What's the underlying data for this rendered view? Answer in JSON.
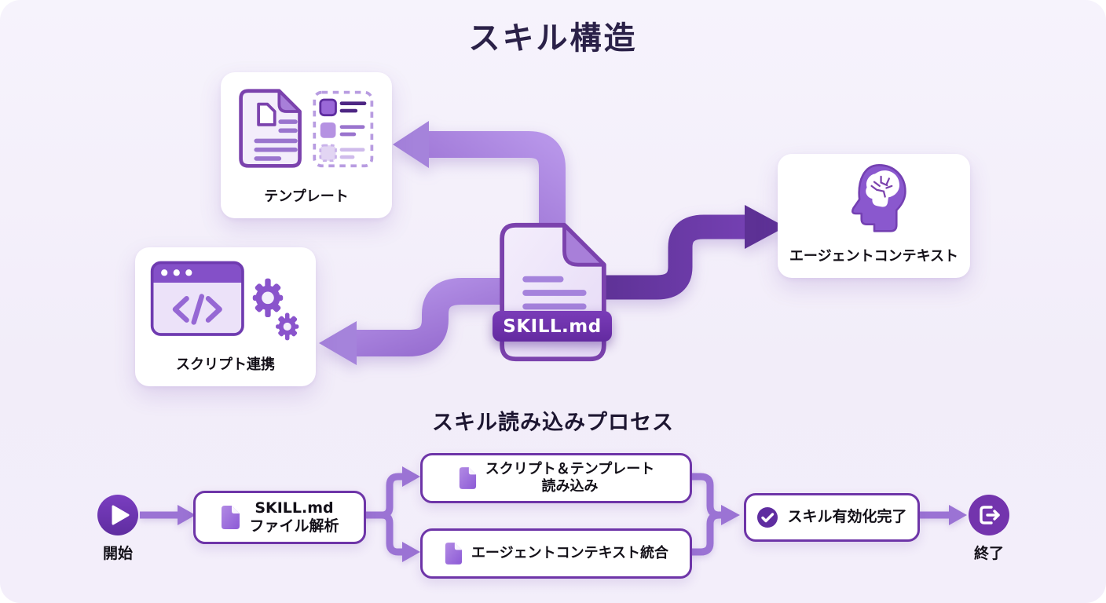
{
  "page": {
    "title": "スキル構造"
  },
  "structure": {
    "template_card": {
      "label": "テンプレート",
      "icon": "document-template-icon"
    },
    "script_card": {
      "label": "スクリプト連携",
      "icon": "code-window-gears-icon"
    },
    "agent_card": {
      "label": "エージェントコンテキスト",
      "icon": "brain-head-icon"
    },
    "skill_file": {
      "label": "SKILL.md",
      "icon": "file-document-icon"
    }
  },
  "process": {
    "heading": "スキル読み込みプロセス",
    "start": {
      "label": "開始",
      "icon": "play-icon"
    },
    "end": {
      "label": "終了",
      "icon": "exit-icon"
    },
    "parse_step": {
      "line1": "SKILL.md",
      "line2": "ファイル解析",
      "icon": "file-icon"
    },
    "load_step": {
      "line1": "スクリプト＆テンプレート",
      "line2": "読み込み",
      "icon": "file-icon"
    },
    "integrate_step": {
      "label": "エージェントコンテキスト統合",
      "icon": "file-icon"
    },
    "complete_step": {
      "label": "スキル有効化完了",
      "icon": "check-circle-icon"
    }
  },
  "colors": {
    "background": "#f3eefa",
    "card_background": "#ffffff",
    "accent_border": "#6e35a8",
    "accent_dark": "#5d3195",
    "accent_mid": "#8a58ce",
    "arrow_light": "#a381da",
    "flow_arrow": "#9b73d4",
    "node_fill": "#6d2fae",
    "band_fill": "#6a2fa8",
    "title_color": "#2b2148",
    "text_color": "#131018"
  }
}
